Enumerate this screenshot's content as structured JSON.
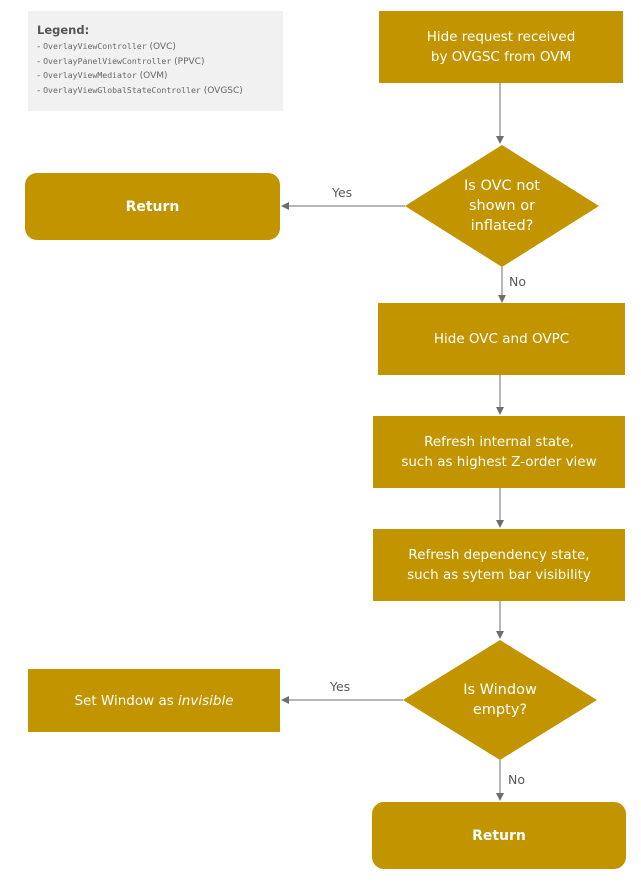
{
  "legend": {
    "title": "Legend:",
    "items": [
      {
        "name": "OverlayViewController",
        "abbr": "(OVC)"
      },
      {
        "name": "OverlayPanelViewController",
        "abbr": "(PPVC)"
      },
      {
        "name": "OverlayViewMediator",
        "abbr": "(OVM)"
      },
      {
        "name": "OverlayViewGlobalStateController",
        "abbr": "(OVGSC)"
      }
    ]
  },
  "nodes": {
    "start": {
      "line1": "Hide request received",
      "line2": "by OVGSC from OVM"
    },
    "decision1": {
      "line1": "Is OVC not",
      "line2": "shown or",
      "line3": "inflated?"
    },
    "return1": "Return",
    "hide": "Hide OVC and OVPC",
    "refresh_internal": {
      "line1": "Refresh internal state,",
      "line2": "such as highest Z-order view"
    },
    "refresh_dependency": {
      "line1": "Refresh dependency state,",
      "line2": "such as sytem bar visibility"
    },
    "decision2": {
      "line1": "Is Window",
      "line2": "empty?"
    },
    "set_window": {
      "prefix": "Set Window as ",
      "emphasis": "invisible"
    },
    "return2": "Return"
  },
  "edges": {
    "d1_yes": "Yes",
    "d1_no": "No",
    "d2_yes": "Yes",
    "d2_no": "No"
  },
  "colors": {
    "node_fill": "#c19400",
    "node_text": "#ffffff",
    "arrow": "#6e6e6e",
    "legend_bg": "#f1f1f1"
  }
}
